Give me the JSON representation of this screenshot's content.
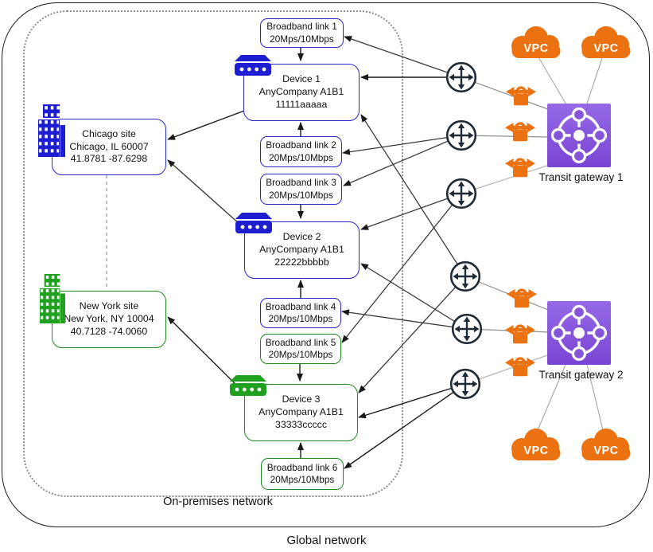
{
  "diagram": {
    "global_label": "Global network",
    "onprem_label": "On-premises network"
  },
  "sites": {
    "chicago": {
      "name": "Chicago site",
      "address": "Chicago, IL 60007",
      "coords": "41.8781 -87.6298"
    },
    "newyork": {
      "name": "New York site",
      "address": "New York, NY 10004",
      "coords": "40.7128 -74.0060"
    }
  },
  "devices": [
    {
      "name": "Device 1",
      "company": "AnyCompany A1B1",
      "id": "11111aaaaa"
    },
    {
      "name": "Device 2",
      "company": "AnyCompany A1B1",
      "id": "22222bbbbb"
    },
    {
      "name": "Device 3",
      "company": "AnyCompany A1B1",
      "id": "33333ccccc"
    }
  ],
  "links": [
    {
      "name": "Broadband link 1",
      "speed": "20Mps/10Mbps"
    },
    {
      "name": "Broadband link 2",
      "speed": "20Mps/10Mbps"
    },
    {
      "name": "Broadband link 3",
      "speed": "20Mps/10Mbps"
    },
    {
      "name": "Broadband link 4",
      "speed": "20Mps/10Mbps"
    },
    {
      "name": "Broadband link 5",
      "speed": "20Mps/10Mbps"
    },
    {
      "name": "Broadband link 6",
      "speed": "20Mps/10Mbps"
    }
  ],
  "gateways": [
    {
      "name": "Transit gateway 1"
    },
    {
      "name": "Transit gateway 2"
    }
  ],
  "vpc_label": "VPC",
  "icons": {
    "building": "building-icon",
    "router": "router-icon",
    "vpn": "site-to-site-vpn-icon",
    "attachment": "four-way-arrows-attachment-icon",
    "transit_gateway": "transit-gateway-icon",
    "vpc_cloud": "vpc-cloud-icon"
  },
  "colors": {
    "blue": "#2727CC",
    "green": "#1F8B1F",
    "orange": "#EC7211",
    "purple": "#8455D9",
    "navy": "#1F2A37",
    "line_gray": "#8F8F8F"
  }
}
